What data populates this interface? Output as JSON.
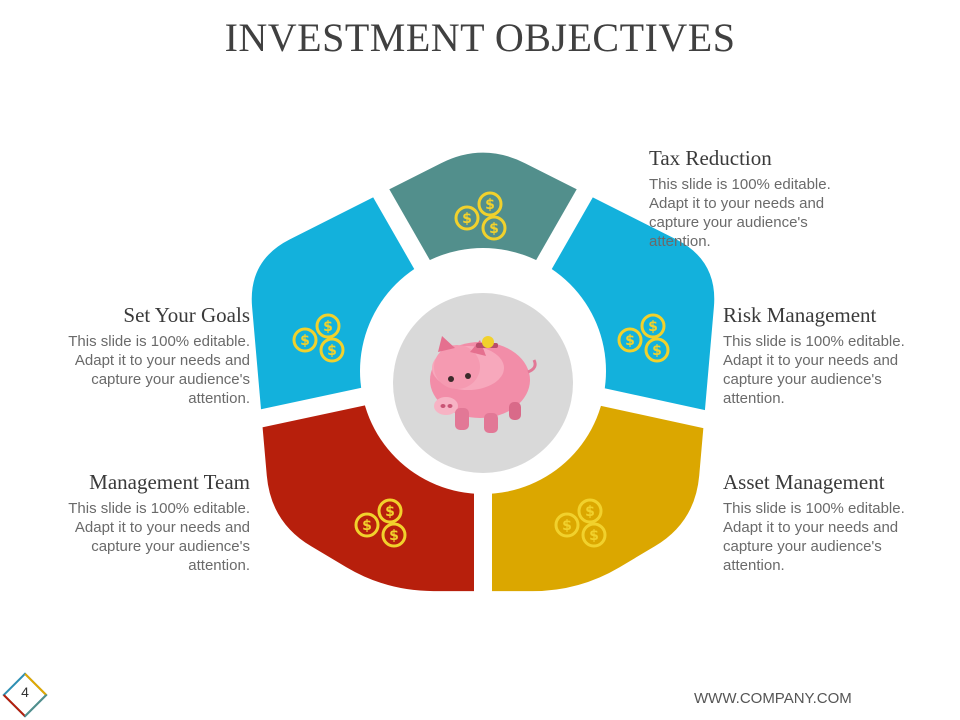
{
  "title": "INVESTMENT OBJECTIVES",
  "description_text": "This slide is 100% editable. Adapt it to your needs and capture your audience's attention.",
  "items": [
    {
      "label": "Tax Reduction",
      "color": "#528f8c"
    },
    {
      "label": "Risk Management",
      "color": "#13b1dc"
    },
    {
      "label": "Asset Management",
      "color": "#dba700"
    },
    {
      "label": "Management Team",
      "color": "#b71f0c"
    },
    {
      "label": "Set Your Goals",
      "color": "#13b1dc"
    }
  ],
  "center_icon": "piggy-bank-icon",
  "segment_icon": "coins-icon",
  "coin_color": "#f1d12c",
  "footer": "WWW.COMPANY.COM",
  "page_number": "4"
}
